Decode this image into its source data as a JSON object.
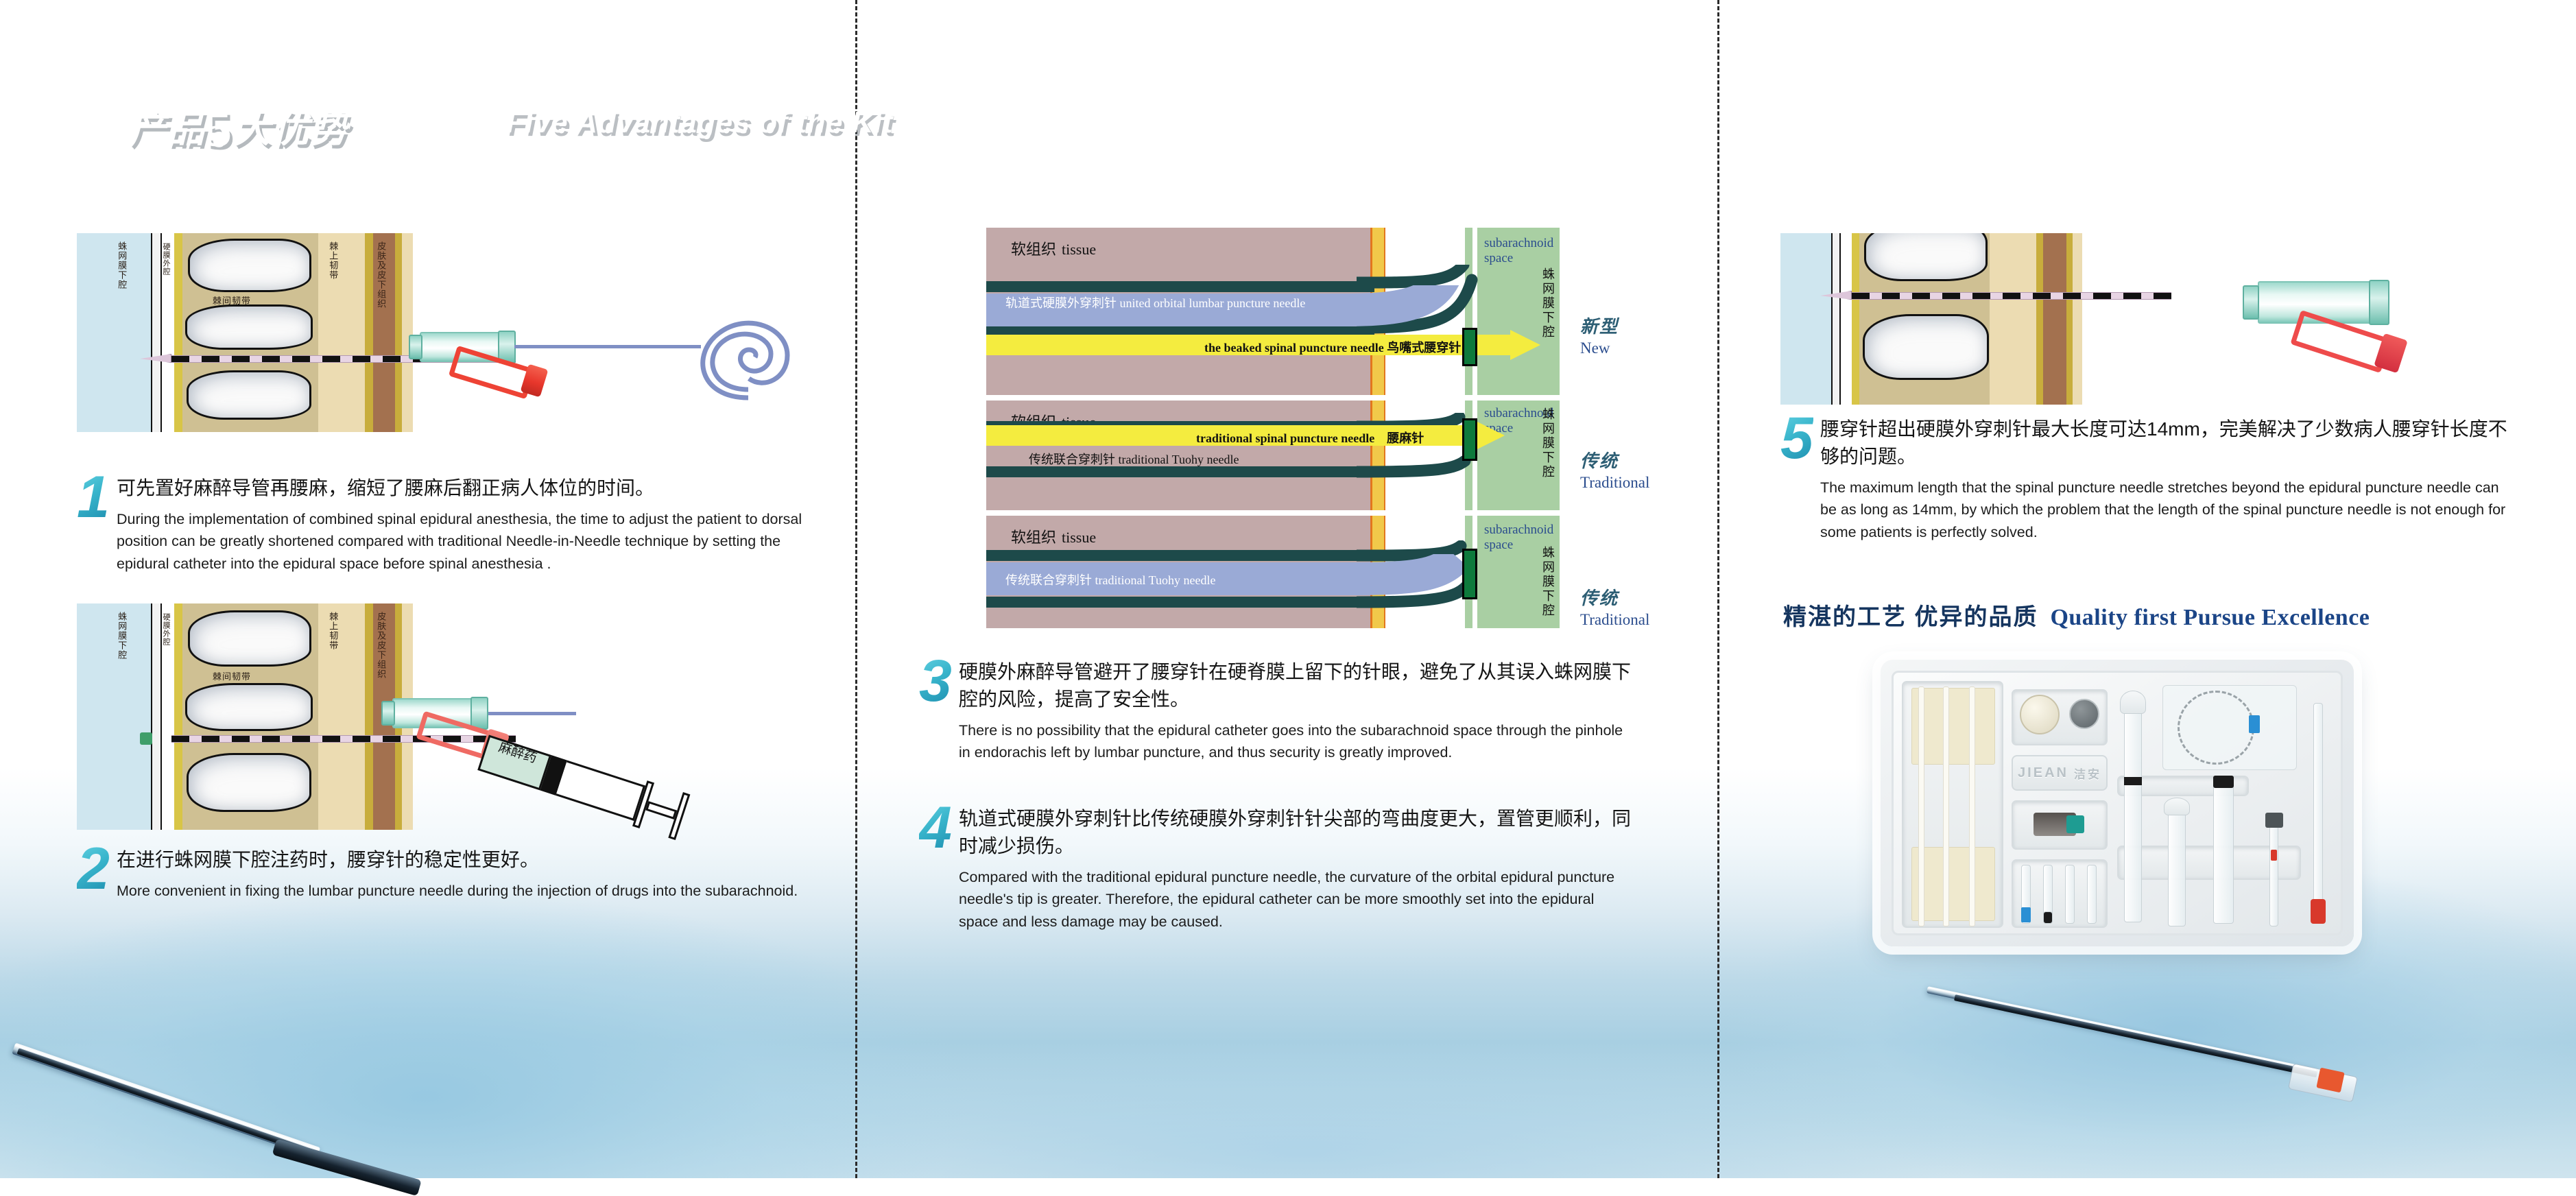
{
  "banner": {
    "title_cn_prefix": "产品",
    "title_cn_number": "5",
    "title_cn_suffix": "大优势",
    "title_en": "Five Advantages of the Kit"
  },
  "advantages": [
    {
      "number": "1",
      "cn": "可先置好麻醉导管再腰麻，缩短了腰麻后翻正病人体位的时间。",
      "en": "During the implementation of combined spinal epidural anesthesia, the time to adjust the patient to dorsal position can be greatly shortened compared with traditional Needle-in-Needle technique by setting the epidural catheter into the epidural space before spinal anesthesia ."
    },
    {
      "number": "2",
      "cn": "在进行蛛网膜下腔注药时，腰穿针的稳定性更好。",
      "en": "More convenient in fixing the lumbar puncture needle during the injection of drugs into the subarachnoid."
    },
    {
      "number": "3",
      "cn": "硬膜外麻醉导管避开了腰穿针在硬脊膜上留下的针眼，避免了从其误入蛛网膜下腔的风险，提高了安全性。",
      "en": "There is no possibility that the epidural catheter goes into the subarachnoid space through the pinhole in endorachis left by lumbar puncture, and thus security is greatly improved."
    },
    {
      "number": "4",
      "cn": "轨道式硬膜外穿刺针比传统硬膜外穿刺针针尖部的弯曲度更大，置管更顺利，同时减少损伤。",
      "en": "Compared with the traditional epidural puncture needle, the curvature of the orbital epidural puncture needle's tip is greater. Therefore, the epidural catheter can be more smoothly set into the epidural space and less damage may be caused."
    },
    {
      "number": "5",
      "cn": "腰穿针超出硬膜外穿刺针最大长度可达14mm，完美解决了少数病人腰穿针长度不够的问题。",
      "en": "The maximum length that the spinal puncture needle stretches beyond the epidural puncture needle can be as long as 14mm, by which the problem that the length of the spinal puncture needle is not enough for some patients is perfectly solved."
    }
  ],
  "anatomy_labels": {
    "subarachnoid_cn": "蛛网膜下腔",
    "epidural_cn": "硬膜外腔",
    "interspinous_cn": "棘间韧带",
    "supraspinous_cn": "棘上韧带",
    "skin_cn": "皮肤及皮下组织",
    "syringe_drug_cn": "麻醉药"
  },
  "diagram": {
    "panels": [
      {
        "tissue_cn": "软组织",
        "tissue_en": "tissue",
        "sa_en": "subarachnoid space",
        "sa_cn": "蛛网膜下腔",
        "epidural_needle_label": "轨道式硬膜外穿刺针 united orbital lumbar puncture needle",
        "spinal_needle_label": "the beaked spinal puncture needle  鸟嘴式腰穿针",
        "caption_cn": "新型",
        "caption_en": "New"
      },
      {
        "tissue_cn": "软组织",
        "tissue_en": "tissue",
        "sa_en": "subarachnoid space",
        "sa_cn": "蛛网膜下腔",
        "epidural_needle_label": "传统联合穿刺针 traditional Tuohy needle",
        "spinal_needle_label": "traditional spinal puncture needle　腰麻针",
        "caption_cn": "传统",
        "caption_en": "Traditional"
      },
      {
        "tissue_cn": "软组织",
        "tissue_en": "tissue",
        "sa_en": "subarachnoid space",
        "sa_cn": "蛛网膜下腔",
        "epidural_needle_label": "传统联合穿刺针 traditional Tuohy needle",
        "spinal_needle_label": "",
        "caption_cn": "传统",
        "caption_en": "Traditional"
      }
    ]
  },
  "quality": {
    "cn": "精湛的工艺 优异的品质",
    "en": "Quality first  Pursue Excellence"
  },
  "tray": {
    "brand_en": "JIEAN",
    "brand_cn": "洁安"
  },
  "colors": {
    "banner_dark": "#2c4254",
    "banner_light": "#93a7b3",
    "accent_teal": "#38b4cb",
    "accent_blue": "#2b4d8e",
    "tissue_pink": "#c2a9a9",
    "green_space": "#a9cfa3",
    "tuohy_dark": "#1d4a4a",
    "catheter_blue": "#9aaad6",
    "spinal_yellow": "#f4ec3f",
    "quality_navy": "#15355f"
  }
}
